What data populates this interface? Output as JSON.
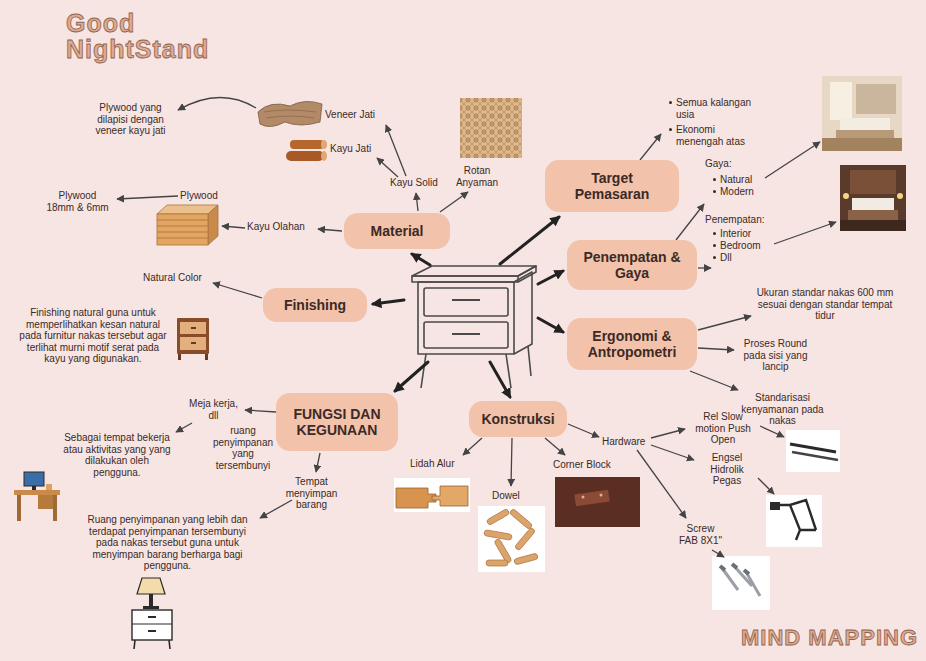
{
  "diagram": {
    "title": "Good NightStand",
    "nodes": [
      {
        "text": [
          "Material"
        ]
      },
      {
        "text": [
          "Finishing"
        ]
      },
      {
        "text": [
          "FUNGSI DAN KEGUNAAN"
        ]
      },
      {
        "text": [
          "Konstruksi"
        ]
      },
      {
        "text": [
          "Target Pemasaran"
        ]
      },
      {
        "text": [
          "Penempatan & Gaya"
        ]
      },
      {
        "text": [
          "Ergonomi & Antropometri"
        ]
      }
    ],
    "labels": [
      "Veneer Jati",
      "Kayu Jati",
      "Kayu Solid",
      "Rotan Anyaman",
      "Kayu Olahan",
      "Plywood",
      "Plywood 18mm & 6mm",
      "Plywood yang dilapisi dengan veneer kayu jati",
      "Natural Color",
      "Finishing natural guna untuk memperlihatkan kesan natural pada furnitur nakas tersebut agar terlihat murni motif serat pada kayu yang digunakan.",
      "Meja kerja, dll",
      "Sebagai tempat bekerja atau aktivitas yang yang dilakukan oleh pengguna.",
      "ruang penyimpanan yang tersembunyi",
      "Tempat menyimpan barang",
      "Ruang penyimpanan yang lebih dan terdapat penyimpanan tersembunyi pada nakas tersebut guna untuk menyimpan barang berharga bagi pengguna.",
      "Lidah Alur",
      "Dowel",
      "Corner Block",
      "Hardware",
      "Rel Slow motion Push Open",
      "Engsel Hidrolik Pegas",
      "Screw FAB 8X1\"",
      "Semua kalangan usia",
      "Ekonomi menengah atas",
      "Gaya:",
      "Natural",
      "Modern",
      "Penempatan:",
      "Interior",
      "Bedroom",
      "Dll",
      "Ukuran standar nakas 600 mm sesuai dengan standar tempat tidur",
      "Proses Round pada sisi yang lancip",
      "Standarisasi kenyamanan pada nakas",
      "MIND MAPPING"
    ]
  }
}
